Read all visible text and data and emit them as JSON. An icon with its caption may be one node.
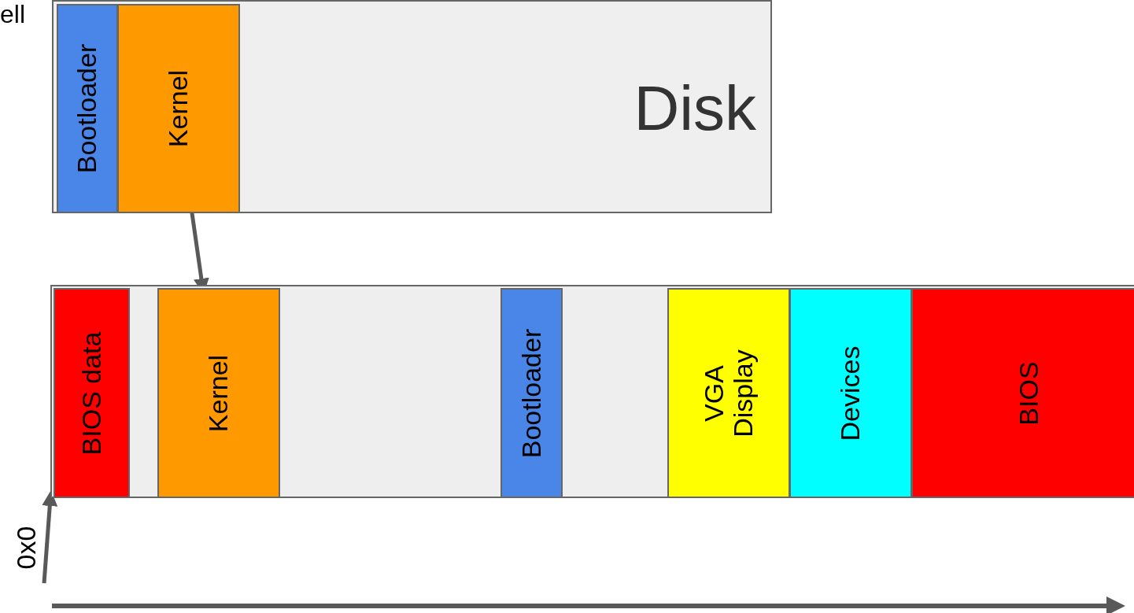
{
  "diagram": {
    "nodes": [
      {
        "text": [
          "Disk"
        ]
      },
      {
        "text": [
          "Bootloader"
        ],
        "in": 0
      },
      {
        "text": [
          "Kernel"
        ],
        "in": 0
      },
      {
        "text": [],
        "shape": "box"
      },
      {
        "text": [
          "BIOS data"
        ],
        "in": 3
      },
      {
        "text": [
          "Kernel"
        ],
        "in": 3
      },
      {
        "text": [
          "Bootloader"
        ],
        "in": 3
      },
      {
        "text": [
          "VGA Display"
        ],
        "in": 3
      },
      {
        "text": [
          "Devices"
        ],
        "in": 3
      },
      {
        "text": [
          "BIOS"
        ],
        "in": 3
      },
      {
        "text": [
          "0x0"
        ]
      }
    ],
    "edges": [
      {
        "from": 2,
        "to": 5,
        "arrow": "to"
      },
      {
        "from": 10,
        "to": 3,
        "arrow": "to"
      }
    ],
    "labels": [
      "ell"
    ]
  }
}
